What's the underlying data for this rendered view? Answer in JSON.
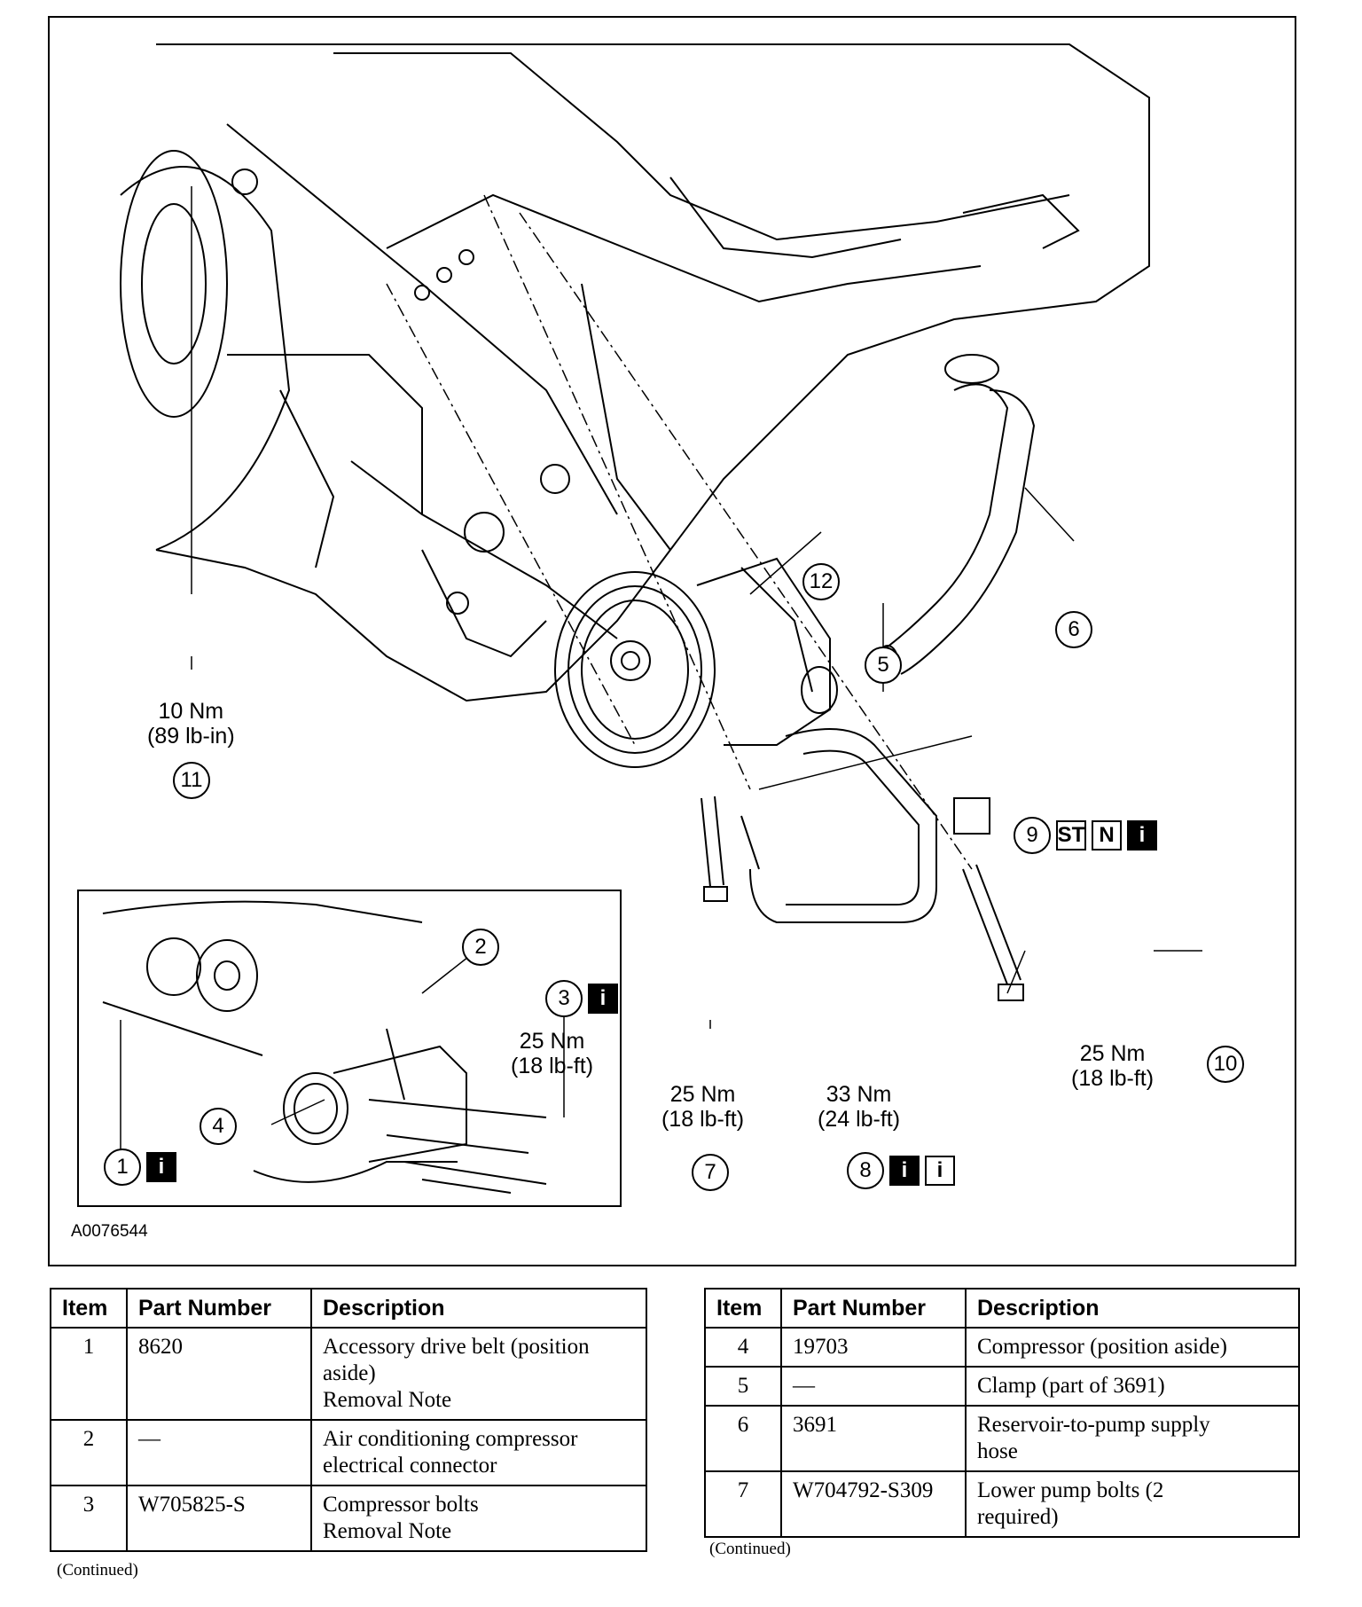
{
  "figure": {
    "id": "A0076544",
    "callouts": [
      {
        "num": "1",
        "icons": [
          "i"
        ]
      },
      {
        "num": "2",
        "icons": []
      },
      {
        "num": "3",
        "icons": [
          "i"
        ]
      },
      {
        "num": "4",
        "icons": []
      },
      {
        "num": "5",
        "icons": []
      },
      {
        "num": "6",
        "icons": []
      },
      {
        "num": "7",
        "icons": []
      },
      {
        "num": "8",
        "icons": [
          "i-filled",
          "i-outline"
        ]
      },
      {
        "num": "9",
        "icons": [
          "ST",
          "N",
          "i"
        ]
      },
      {
        "num": "10",
        "icons": []
      },
      {
        "num": "11",
        "icons": []
      },
      {
        "num": "12",
        "icons": []
      }
    ],
    "torques": {
      "t11": [
        "10 Nm",
        "(89 lb-in)"
      ],
      "t3": [
        "25 Nm",
        "(18 lb-ft)"
      ],
      "t7": [
        "25 Nm",
        "(18 lb-ft)"
      ],
      "t8": [
        "33 Nm",
        "(24 lb-ft)"
      ],
      "t10": [
        "25 Nm",
        "(18 lb-ft)"
      ]
    }
  },
  "table_headers": {
    "item": "Item",
    "part": "Part Number",
    "desc": "Description"
  },
  "left_table": [
    {
      "item": "1",
      "part": "8620",
      "desc": [
        "Accessory drive belt (position",
        "aside)",
        "Removal Note"
      ]
    },
    {
      "item": "2",
      "part": "—",
      "desc": [
        "Air conditioning compressor",
        "electrical connector"
      ]
    },
    {
      "item": "3",
      "part": "W705825-S",
      "desc": [
        "Compressor bolts",
        "Removal Note"
      ]
    }
  ],
  "right_table": [
    {
      "item": "4",
      "part": "19703",
      "desc": [
        "Compressor (position aside)"
      ]
    },
    {
      "item": "5",
      "part": "—",
      "desc": [
        "Clamp (part of 3691)"
      ]
    },
    {
      "item": "6",
      "part": "3691",
      "desc": [
        "Reservoir-to-pump supply",
        "hose"
      ]
    },
    {
      "item": "7",
      "part": "W704792-S309",
      "desc": [
        "Lower pump bolts (2",
        "required)"
      ]
    }
  ],
  "continued": "(Continued)"
}
